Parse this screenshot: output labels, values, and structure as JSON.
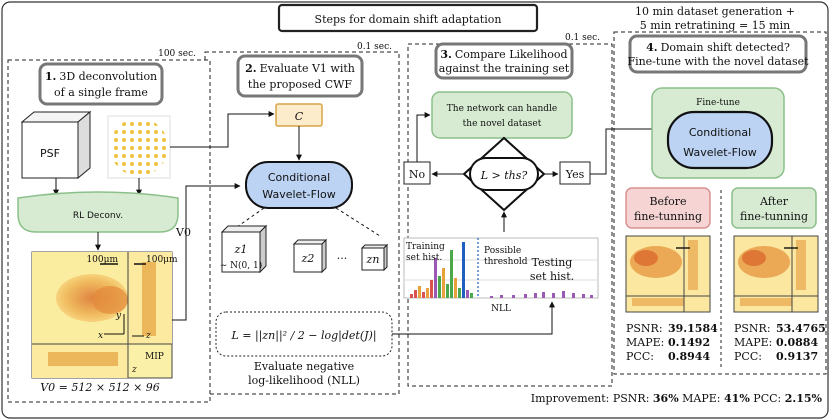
{
  "title": "Steps for domain shift adaptation",
  "time_note_line1": "10 min dataset generation +",
  "time_note_line2": "5 min retratining = 15 min",
  "step1": {
    "time": "100 sec.",
    "label_num": "1.",
    "label_line1": "3D deconvolution",
    "label_line2": "of a single frame",
    "psf": "PSF",
    "rl": "RL Deconv.",
    "v0_arrow": "V0",
    "scale1": "100μm",
    "scale2": "100μm",
    "axis_x": "x",
    "axis_y": "y",
    "axis_z": "z",
    "axis_z2": "z",
    "mip": "MIP",
    "volume": "V0 = 512 × 512 × 96"
  },
  "step2": {
    "time": "0.1 sec.",
    "label_num": "2.",
    "label_line1": "Evaluate V1 with",
    "label_line2": "the proposed CWF",
    "c": "C",
    "cwf_line1": "Conditional",
    "cwf_line2": "Wavelet-Flow",
    "z1": "z1",
    "z1_dist": "∼ N(0, 1)",
    "z2": "z2",
    "dots": "···",
    "zn": "zn",
    "formula": "L = ||zn||² / 2 − log|det(J)|",
    "caption_line1": "Evaluate negative",
    "caption_line2": "log-likelihood (NLL)"
  },
  "step3": {
    "time": "0.1 sec.",
    "label_num": "3.",
    "label_line1": "Compare Likelihood",
    "label_line2": "against  the training set",
    "handle_line1": "The network can handle",
    "handle_line2": "the novel dataset",
    "decision": "L > ths?",
    "no": "No",
    "yes": "Yes",
    "hist_training_line1": "Training",
    "hist_training_line2": "set hist.",
    "hist_threshold_line1": "Possible",
    "hist_threshold_line2": "threshold",
    "hist_testing_line1": "Testing",
    "hist_testing_line2": "set hist.",
    "hist_xlabel": "NLL"
  },
  "step4": {
    "label_num": "4.",
    "label_line1": "Domain shift detected?",
    "label_line2": "Fine-tune with the novel dataset",
    "finetune_title": "Fine-tune",
    "cwf_line1": "Conditional",
    "cwf_line2": "Wavelet-Flow",
    "before_line1": "Before",
    "before_line2": "fine-tunning",
    "after_line1": "After",
    "after_line2": "fine-tunning",
    "before_metrics": {
      "psnr_label": "PSNR:",
      "psnr": "39.1584",
      "mape_label": "MAPE:",
      "mape": "0.1492",
      "pcc_label": "PCC:",
      "pcc": "0.8944"
    },
    "after_metrics": {
      "psnr_label": "PSNR:",
      "psnr": "53.4765",
      "mape_label": "MAPE:",
      "mape": "0.0884",
      "pcc_label": "PCC:",
      "pcc": "0.9137"
    }
  },
  "improvement": {
    "label": "Improvement:",
    "psnr_label": "PSNR:",
    "psnr": "36%",
    "mape_label": "MAPE:",
    "mape": "41%",
    "pcc_label": "PCC:",
    "pcc": "2.15%"
  },
  "colors": {
    "green_fill": "#d6ebd2",
    "green_stroke": "#8cc08a",
    "blue_fill": "#bcd3f3",
    "red_fill": "#f6d4d4",
    "red_stroke": "#d89090",
    "orange_fill": "#fdeccc",
    "orange_stroke": "#d7a347",
    "hist_green": "#4aa84a",
    "hist_purple": "#9b59b6",
    "hist_blue": "#1f5fbf",
    "hist_orange": "#e8a23b",
    "hist_red": "#d9534f"
  }
}
